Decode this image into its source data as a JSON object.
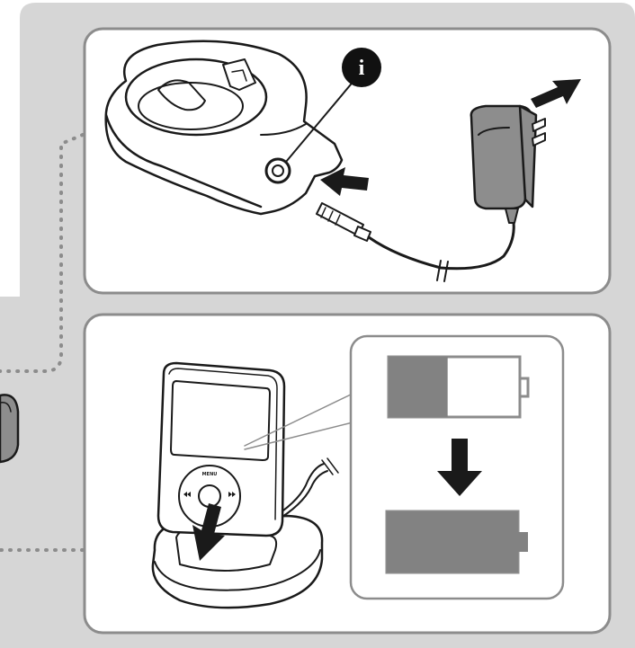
{
  "colors": {
    "background": "#d6d6d6",
    "panel": "#ffffff",
    "panel_border": "#8c8c8c",
    "line": "#1a1a1a",
    "dots": "#8c8c8c",
    "battery_fill": "#828282",
    "arrow": "#1a1a1a",
    "info_badge": "#111111"
  },
  "top_panel": {
    "info_badge": {
      "icon": "info-icon",
      "text": "i"
    },
    "parts": [
      "dock-base",
      "dc-in-port",
      "power-adapter",
      "dc-plug",
      "power-cord"
    ],
    "arrows": [
      "arrow-plug-into-dock",
      "arrow-adapter-into-outlet"
    ]
  },
  "bottom_panel": {
    "device": {
      "click_wheel_label": "MENU"
    },
    "battery": {
      "initial_level": 0.45,
      "final_level": 1.0
    },
    "arrows": [
      "arrow-insert-into-dock",
      "arrow-charge-progress"
    ]
  }
}
